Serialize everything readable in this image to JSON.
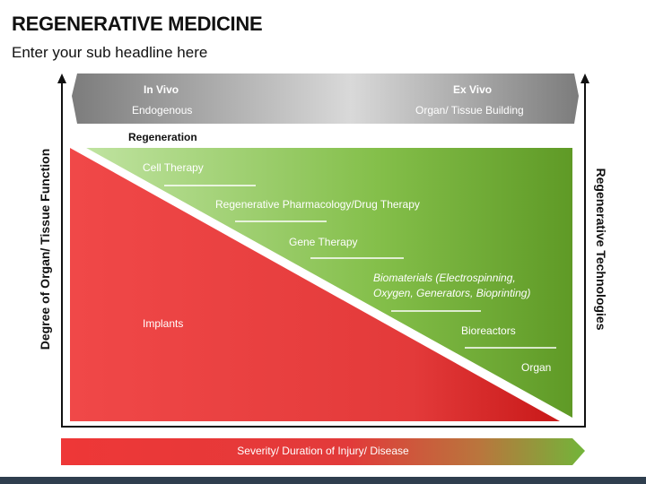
{
  "header": {
    "title": "REGENERATIVE MEDICINE",
    "subtitle": "Enter your sub headline here"
  },
  "banner": {
    "left_title": "In Vivo",
    "left_subtitle": "Endogenous",
    "right_title": "Ex Vivo",
    "right_subtitle": "Organ/ Tissue Building"
  },
  "regeneration_label": "Regeneration",
  "green_items": {
    "cell_therapy": "Cell Therapy",
    "pharmacology": "Regenerative Pharmacology/Drug Therapy",
    "gene_therapy": "Gene Therapy",
    "biomaterials_line1": "Biomaterials (Electrospinning,",
    "biomaterials_line2": "Oxygen, Generators, Bioprinting)",
    "bioreactors": "Bioreactors",
    "organ": "Organ"
  },
  "red_label": "Implants",
  "axes": {
    "left": "Degree of Organ/ Tissue Function",
    "right": "Regenerative Technologies",
    "bottom": "Severity/ Duration of Injury/ Disease"
  },
  "colors": {
    "red": "#e03030",
    "green": "#6aa829",
    "banner_gray": "#8c8c8c"
  }
}
